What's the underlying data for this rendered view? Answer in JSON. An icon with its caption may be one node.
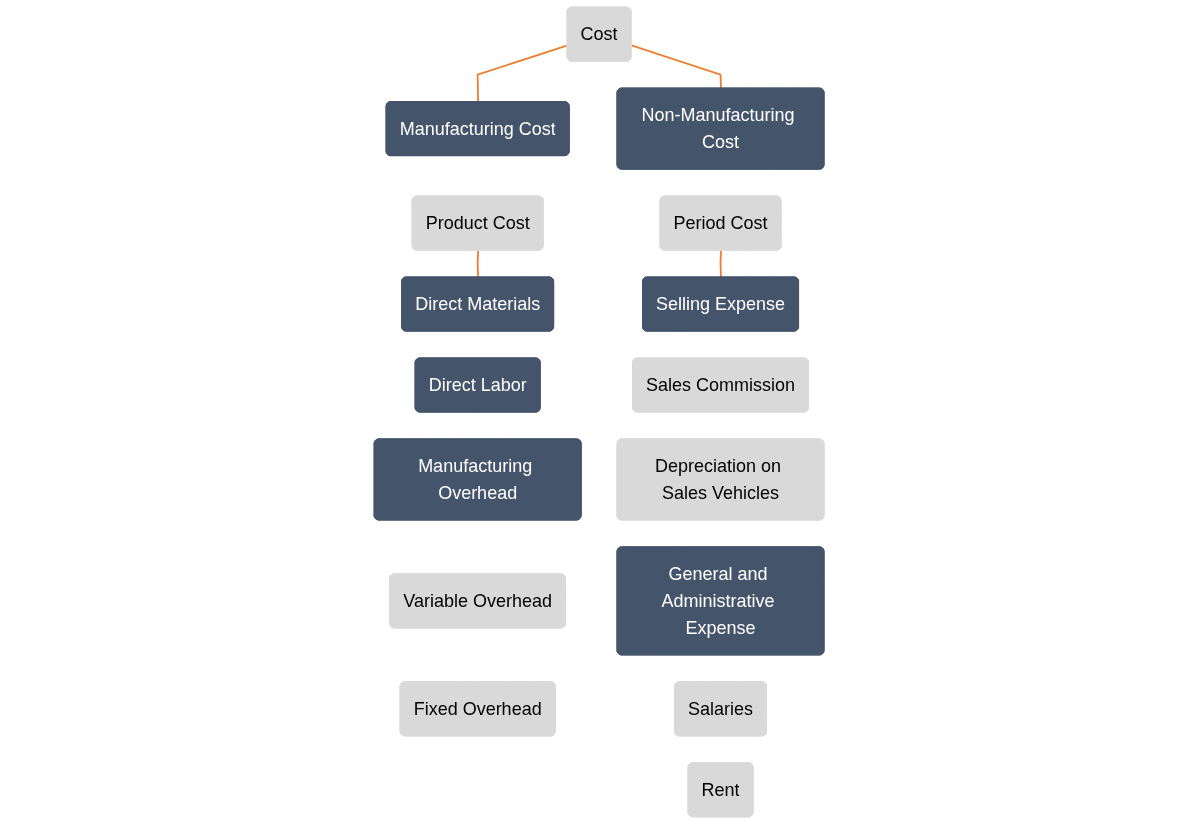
{
  "diagram": {
    "nodes": [
      {
        "text": [
          "Cost"
        ]
      },
      {
        "text": [
          "Manufacturing Cost"
        ]
      },
      {
        "text": [
          "Product Cost"
        ]
      },
      {
        "text": [
          "Non-Manufacturing Cost"
        ]
      },
      {
        "text": [
          "Period Cost"
        ]
      },
      {
        "text": [
          "Direct Materials"
        ]
      },
      {
        "text": [
          "Direct Labor"
        ]
      },
      {
        "text": [
          "Manufacturing Overhead"
        ]
      },
      {
        "text": [
          "Variable Overhead"
        ]
      },
      {
        "text": [
          "Fixed Overhead"
        ]
      },
      {
        "text": [
          "Selling Expense"
        ]
      },
      {
        "text": [
          "Sales Commission"
        ]
      },
      {
        "text": [
          "Depreciation on Sales Vehicles"
        ]
      },
      {
        "text": [
          "General and Administrative Expense"
        ]
      },
      {
        "text": [
          "Salaries"
        ]
      },
      {
        "text": [
          "Rent"
        ]
      }
    ],
    "edges": [
      {
        "from": 0,
        "to": 1,
        "arrow": "none"
      },
      {
        "from": 0,
        "to": 3,
        "arrow": "none"
      },
      {
        "from": 2,
        "to": 5,
        "arrow": "none"
      },
      {
        "from": 4,
        "to": 10,
        "arrow": "none"
      }
    ]
  }
}
